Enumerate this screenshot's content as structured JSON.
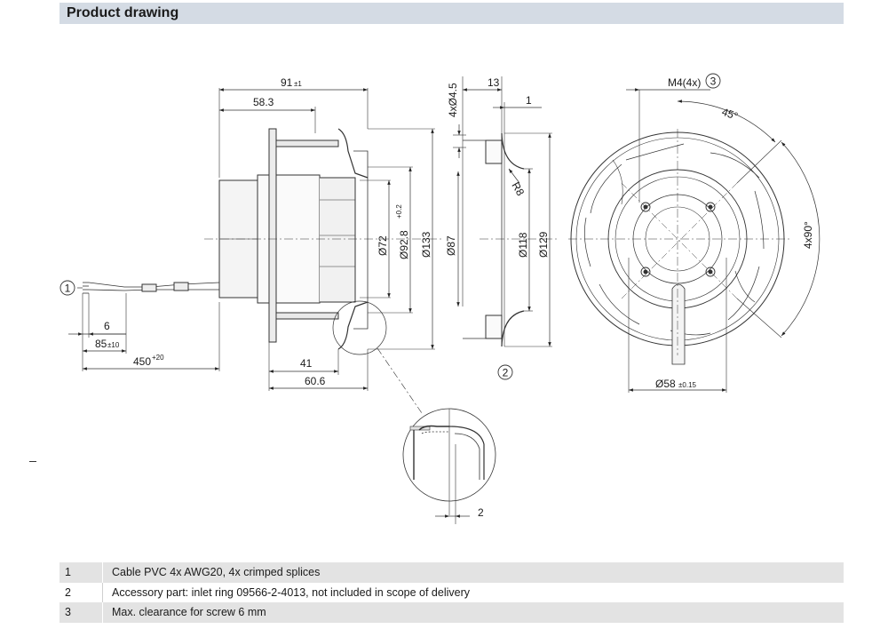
{
  "header": {
    "title": "Product drawing"
  },
  "side_view": {
    "dims": {
      "d91": "91",
      "d91_tol": "±1",
      "d58": "58.3",
      "d72": "Ø72",
      "d928": "Ø92.8",
      "d928_tol": "+0.2",
      "d133": "Ø133",
      "d41": "41",
      "d606": "60.6",
      "d6": "6",
      "d85": "85",
      "d85_tol": "±10",
      "d450": "450",
      "d450_tol": "+20"
    },
    "callout": "1"
  },
  "ring_view": {
    "dims": {
      "d45": "4xØ4.5",
      "d13": "13",
      "d1": "1",
      "r8": "R8",
      "d87": "Ø87",
      "d118": "Ø118",
      "d129": "Ø129"
    },
    "callout": "2"
  },
  "front_view": {
    "dims": {
      "m4": "M4(4x)",
      "a45": "45°",
      "a90": "4x90°",
      "d58": "Ø58",
      "d58_tol": "±0.15"
    },
    "callout": "3"
  },
  "detail": {
    "dim2": "2"
  },
  "legend": [
    {
      "num": "1",
      "text": "Cable PVC 4x AWG20, 4x crimped splices"
    },
    {
      "num": "2",
      "text": "Accessory part: inlet ring 09566-2-4013, not included in scope of delivery"
    },
    {
      "num": "3",
      "text": "Max. clearance for screw 6 mm"
    }
  ]
}
